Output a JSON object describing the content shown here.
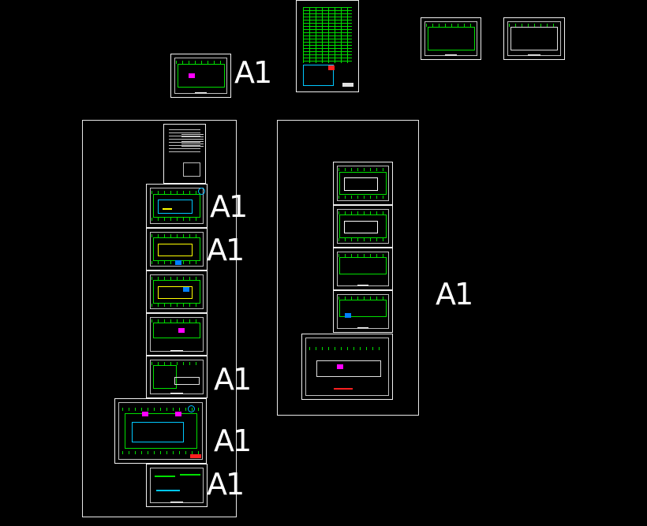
{
  "labels": {
    "a1_top": "A1",
    "a1_left_1": "A1",
    "a1_left_2": "A1",
    "a1_left_3": "A1",
    "a1_left_4": "A1",
    "a1_left_5": "A1",
    "a1_right": "A1"
  },
  "colors": {
    "background": "#000000",
    "frame": "#e8e8e8",
    "linework_green": "#00e000",
    "linework_cyan": "#00c8ff",
    "accent_magenta": "#ff00ff",
    "accent_yellow": "#ffff00"
  }
}
